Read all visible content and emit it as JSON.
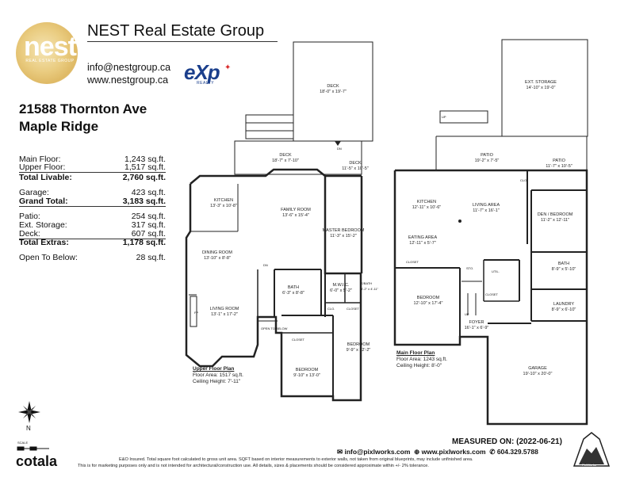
{
  "brand": {
    "logo_text": "nest",
    "logo_sub": "REAL ESTATE GROUP",
    "company": "NEST Real Estate Group",
    "email": "info@nestgroup.ca",
    "website": "www.nestgroup.ca",
    "partner_logo": "eXp",
    "partner_sub": "REALTY"
  },
  "property": {
    "address_line1": "21588 Thornton Ave",
    "address_line2": "Maple Ridge"
  },
  "summary": [
    {
      "label": "Main Floor:",
      "value": "1,243 sq.ft.",
      "bold": false
    },
    {
      "label": "Upper Floor:",
      "value": "1,517 sq.ft.",
      "bold": false
    },
    {
      "label": "Total Livable:",
      "value": "2,760 sq.ft.",
      "bold": true
    },
    {
      "label": "Garage:",
      "value": "423 sq.ft.",
      "bold": false
    },
    {
      "label": "Grand Total:",
      "value": "3,183 sq.ft.",
      "bold": true
    },
    {
      "label": "Patio:",
      "value": "254 sq.ft.",
      "bold": false
    },
    {
      "label": "Ext. Storage:",
      "value": "317 sq.ft.",
      "bold": false
    },
    {
      "label": "Deck:",
      "value": "607 sq.ft.",
      "bold": false
    },
    {
      "label": "Total Extras:",
      "value": "1,178 sq.ft.",
      "bold": true
    },
    {
      "label": "Open To Below:",
      "value": "28 sq.ft.",
      "bold": false
    }
  ],
  "upper_floor": {
    "title": "Upper Floor Plan",
    "area": "Floor Area: 1517 sq.ft.",
    "ceiling": "Ceiling Height: 7'-11\"",
    "rooms": [
      {
        "name": "DECK",
        "dims": "18'-0\" x 19'-7\""
      },
      {
        "name": "DECK",
        "dims": "18'-7\" x 7'-10\""
      },
      {
        "name": "DECK",
        "dims": "11'-5\" x 10'-5\""
      },
      {
        "name": "KITCHEN",
        "dims": "13'-3\" x 10'-8\""
      },
      {
        "name": "FAMILY ROOM",
        "dims": "13'-6\" x 15'-4\""
      },
      {
        "name": "MASTER BEDROOM",
        "dims": "11'-3\" x 15'-2\""
      },
      {
        "name": "DINING ROOM",
        "dims": "13'-10\" x 8'-8\""
      },
      {
        "name": "LIVING ROOM",
        "dims": "13'-1\" x 17'-2\""
      },
      {
        "name": "BATH",
        "dims": "6'-3\" x 8'-8\""
      },
      {
        "name": "M.W.I.C.",
        "dims": "6'-0\" x 5'-2\""
      },
      {
        "name": "BEDROOM",
        "dims": "9'-9\" x 12'-2\""
      },
      {
        "name": "BEDROOM",
        "dims": "9'-10\" x 13'-0\""
      }
    ],
    "small_labels": {
      "dn": "DN",
      "open": "OPEN TO BELOW",
      "closet": "CLOSET",
      "clo": "CLO.",
      "fp": "FP",
      "ebath": "E/BATH",
      "ebath_dims": "8'-2\" x 4'-11\""
    }
  },
  "main_floor": {
    "title": "Main Floor Plan",
    "area": "Floor Area: 1243 sq.ft.",
    "ceiling": "Ceiling Height: 8'-0\"",
    "rooms": [
      {
        "name": "EXT. STORAGE",
        "dims": "14'-10\" x 19'-0\""
      },
      {
        "name": "PATIO",
        "dims": "19'-2\" x 7'-5\""
      },
      {
        "name": "PATIO",
        "dims": "11'-7\" x 10'-5\""
      },
      {
        "name": "KITCHEN",
        "dims": "12'-11\" x 10'-6\""
      },
      {
        "name": "LIVING AREA",
        "dims": "11'-7\" x 16'-1\""
      },
      {
        "name": "EATING AREA",
        "dims": "12'-11\" x 5'-7\""
      },
      {
        "name": "DEN / BEDROOM",
        "dims": "11'-2\" x 12'-11\""
      },
      {
        "name": "BATH",
        "dims": "8'-9\" x 5'-10\""
      },
      {
        "name": "BEDROOM",
        "dims": "12'-10\" x 17'-4\""
      },
      {
        "name": "LAUNDRY",
        "dims": "8'-9\" x 6'-10\""
      },
      {
        "name": "FOYER",
        "dims": "16'-1\" x 6'-9\""
      },
      {
        "name": "GARAGE",
        "dims": "19'-10\" x 20'-0\""
      }
    ],
    "small_labels": {
      "up": "UP",
      "closet": "CLOSET",
      "sto": "STO.",
      "util": "UTIL.",
      "clo": "CLO."
    }
  },
  "compass": {
    "north": "N",
    "scale": "SCALE"
  },
  "footer": {
    "measured": "MEASURED ON: (2022-06-21)",
    "email": "info@pixlworks.com",
    "web": "www.pixlworks.com",
    "phone": "604.329.5788",
    "cotala": "cotala",
    "disclaimer1": "E&O Insured.  Total square foot calculated to gross unit area. SQFT based on interior measurements to exterior walls, not taken from original blueprints, may include unfinished area.",
    "disclaimer2": "This is for marketing purposes only and is not intended for architectural/construction use.  All details, sizes & placements should be considered approximate within +/- 2% tolerance.",
    "badge": "PixlWorks"
  }
}
